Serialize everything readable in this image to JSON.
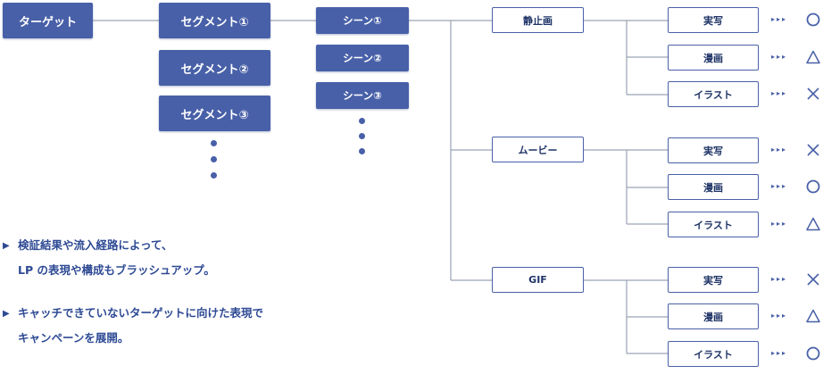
{
  "diagram": {
    "root": "ターゲット",
    "segments": [
      "セグメント①",
      "セグメント②",
      "セグメント③"
    ],
    "scenes": [
      "シーン①",
      "シーン②",
      "シーン③"
    ],
    "media": [
      "静止画",
      "ムービー",
      "GIF"
    ],
    "styles": [
      "実写",
      "漫画",
      "イラスト"
    ],
    "arrow_glyphs": "▸▸▸",
    "results": [
      [
        "circle",
        "triangle",
        "cross"
      ],
      [
        "cross",
        "circle",
        "triangle"
      ],
      [
        "cross",
        "triangle",
        "circle"
      ]
    ]
  },
  "notes": [
    {
      "marker": "▶",
      "lines": [
        "検証結果や流入経路によって、",
        "LP の表現や構成もブラッシュアップ。"
      ]
    },
    {
      "marker": "▶",
      "lines": [
        "キャッチできていないターゲットに向けた表現で",
        "キャンペーンを展開。"
      ]
    }
  ],
  "colors": {
    "primary": "#4860a8",
    "line": "#9aa3b3",
    "text_dark": "#1e3366"
  }
}
